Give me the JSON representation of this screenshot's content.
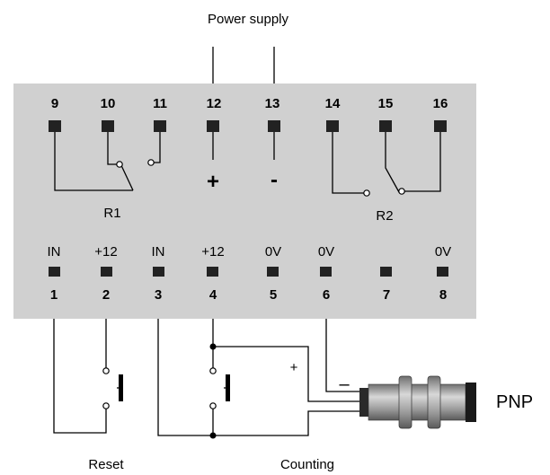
{
  "title": "Power supply",
  "top_terminals": [
    "9",
    "10",
    "11",
    "12",
    "13",
    "14",
    "15",
    "16"
  ],
  "bottom_terminals": [
    "1",
    "2",
    "3",
    "4",
    "5",
    "6",
    "7",
    "8"
  ],
  "bottom_labels": [
    "IN",
    "+12",
    "IN",
    "+12",
    "0V",
    "0V",
    "",
    "0V"
  ],
  "polarity": {
    "plus": "+",
    "minus": "-"
  },
  "relays": {
    "r1": "R1",
    "r2": "R2"
  },
  "sensor": {
    "label": "PNP",
    "plus": "+",
    "minus": "–"
  },
  "captions": {
    "reset": "Reset",
    "counting": "Counting"
  },
  "colors": {
    "housing": "#d0d0d0",
    "pin": "#222222",
    "sensor_body": "#9a9a9a"
  }
}
